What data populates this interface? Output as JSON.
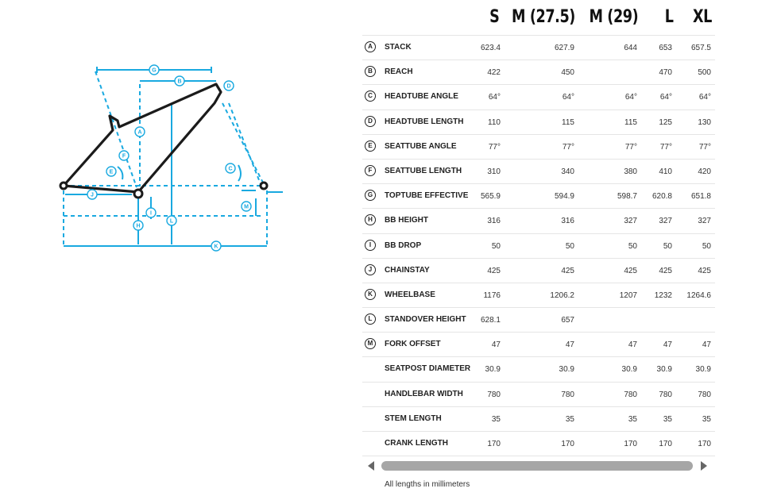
{
  "table": {
    "sizes": [
      "S",
      "M (27.5)",
      "M (29)",
      "L",
      "XL"
    ],
    "rows": [
      {
        "badge": "A",
        "label": "STACK",
        "values": [
          "623.4",
          "627.9",
          "644",
          "653",
          "657.5"
        ]
      },
      {
        "badge": "B",
        "label": "REACH",
        "values": [
          "422",
          "450",
          "",
          "470",
          "500"
        ]
      },
      {
        "badge": "C",
        "label": "HEADTUBE ANGLE",
        "values": [
          "64°",
          "64°",
          "64°",
          "64°",
          "64°"
        ]
      },
      {
        "badge": "D",
        "label": "HEADTUBE LENGTH",
        "values": [
          "110",
          "115",
          "115",
          "125",
          "130"
        ]
      },
      {
        "badge": "E",
        "label": "SEATTUBE ANGLE",
        "values": [
          "77°",
          "77°",
          "77°",
          "77°",
          "77°"
        ]
      },
      {
        "badge": "F",
        "label": "SEATTUBE LENGTH",
        "values": [
          "310",
          "340",
          "380",
          "410",
          "420"
        ]
      },
      {
        "badge": "G",
        "label": "TOPTUBE EFFECTIVE",
        "values": [
          "565.9",
          "594.9",
          "598.7",
          "620.8",
          "651.8"
        ]
      },
      {
        "badge": "H",
        "label": "BB HEIGHT",
        "values": [
          "316",
          "316",
          "327",
          "327",
          "327"
        ]
      },
      {
        "badge": "I",
        "label": "BB DROP",
        "values": [
          "50",
          "50",
          "50",
          "50",
          "50"
        ]
      },
      {
        "badge": "J",
        "label": "CHAINSTAY",
        "values": [
          "425",
          "425",
          "425",
          "425",
          "425"
        ]
      },
      {
        "badge": "K",
        "label": "WHEELBASE",
        "values": [
          "1176",
          "1206.2",
          "1207",
          "1232",
          "1264.6"
        ]
      },
      {
        "badge": "L",
        "label": "STANDOVER HEIGHT",
        "values": [
          "628.1",
          "657",
          "",
          "",
          ""
        ]
      },
      {
        "badge": "M",
        "label": "FORK OFFSET",
        "values": [
          "47",
          "47",
          "47",
          "47",
          "47"
        ]
      },
      {
        "badge": "",
        "label": "SEATPOST DIAMETER",
        "values": [
          "30.9",
          "30.9",
          "30.9",
          "30.9",
          "30.9"
        ]
      },
      {
        "badge": "",
        "label": "HANDLEBAR WIDTH",
        "values": [
          "780",
          "780",
          "780",
          "780",
          "780"
        ]
      },
      {
        "badge": "",
        "label": "STEM LENGTH",
        "values": [
          "35",
          "35",
          "35",
          "35",
          "35"
        ]
      },
      {
        "badge": "",
        "label": "CRANK LENGTH",
        "values": [
          "170",
          "170",
          "170",
          "170",
          "170"
        ]
      }
    ]
  },
  "diagram": {
    "markers": [
      "A",
      "B",
      "C",
      "D",
      "E",
      "F",
      "G",
      "H",
      "I",
      "J",
      "K",
      "L",
      "M"
    ],
    "accent_color": "#19a9e0",
    "frame_color": "#1b1b1b"
  },
  "scrollbar": {
    "left_icon": "chevron-left-icon",
    "right_icon": "chevron-right-icon",
    "visible_fraction": 1.0
  },
  "footnote": "All lengths in millimeters"
}
